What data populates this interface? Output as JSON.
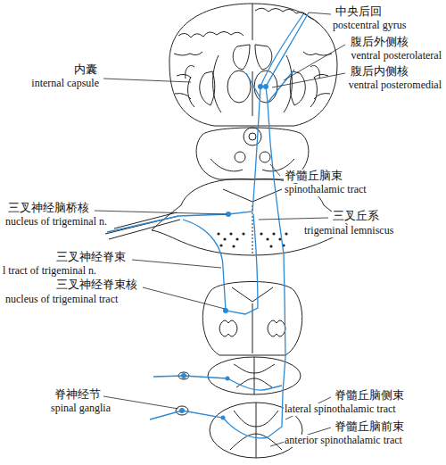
{
  "diagram": {
    "labels": [
      "中央后回",
      "postcentral gyrus",
      "腹后外侧核",
      "ventral posterolateral",
      "内囊",
      "internal capsule",
      "腹后内侧核",
      "ventral posteromedial",
      "脊髓丘脑束",
      "spinothalamic tract",
      "三叉神经脑桥核",
      "nucleus of trigeminal n.",
      "三叉丘系",
      "trigeminal lemniscus",
      "三叉神经脊束",
      "l tract of trigeminal n.",
      "三叉神经脊束核",
      "nucleus of trigeminal tract",
      "脊神经节",
      "spinal ganglia",
      "脊髓丘脑侧束",
      "lateral spinothalamic tract",
      "脊髓丘脑前束",
      "anterior spinothalamic tract"
    ]
  }
}
